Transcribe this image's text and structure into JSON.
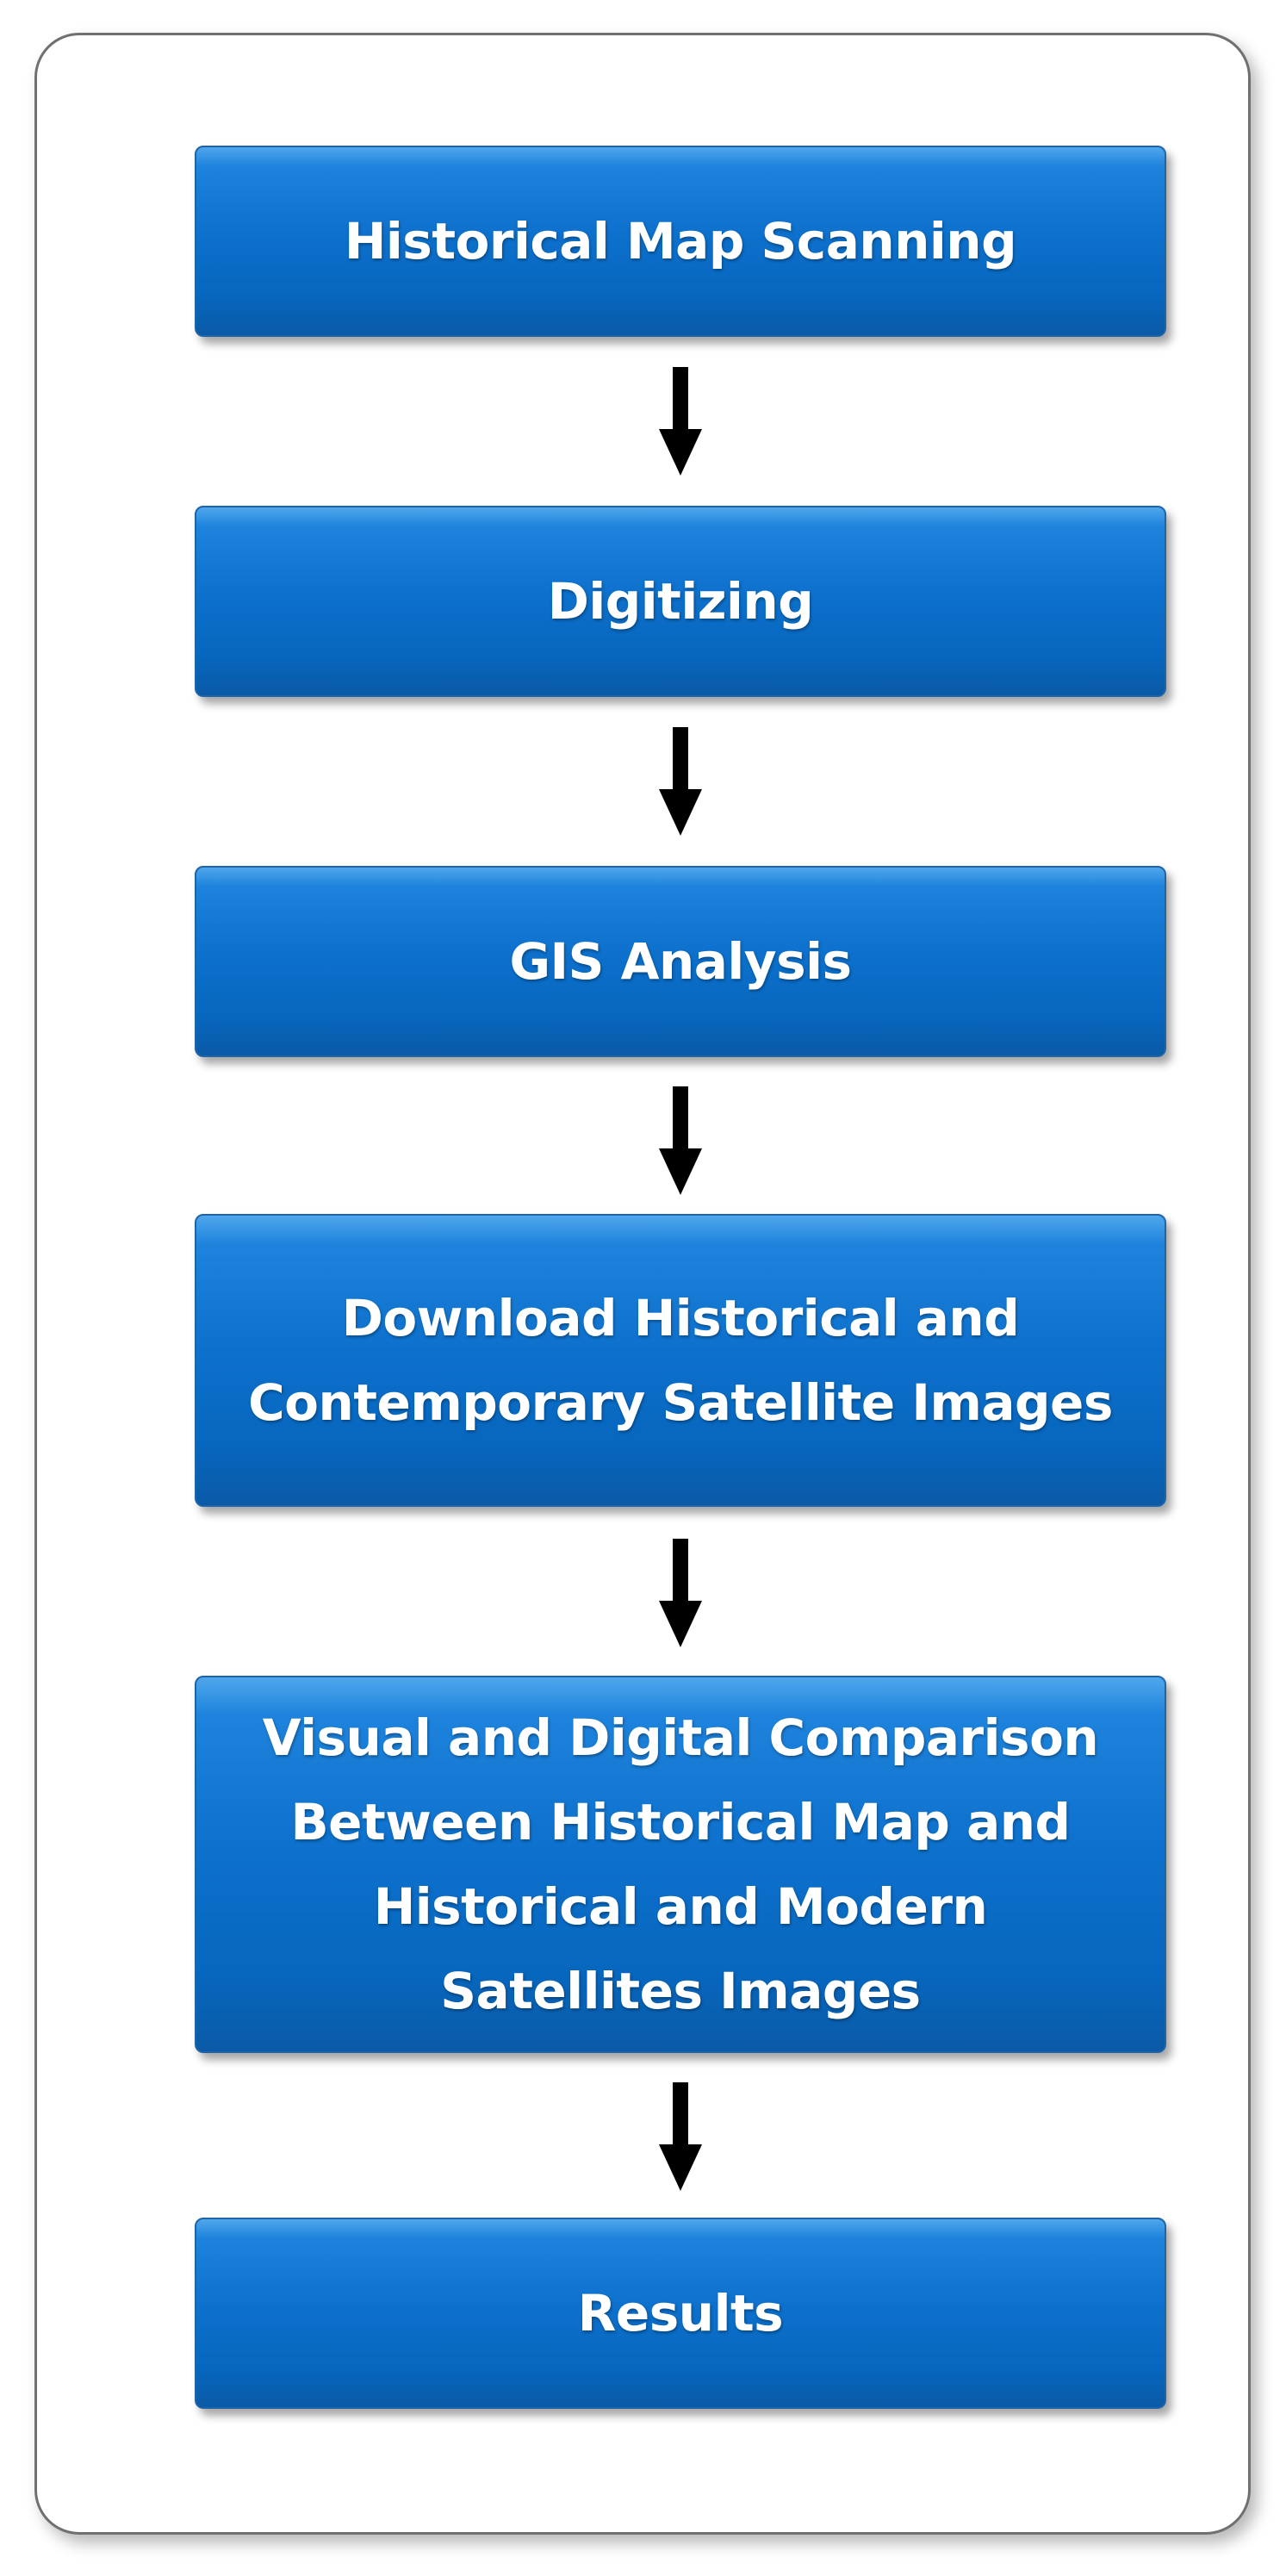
{
  "steps": [
    {
      "lines": [
        "Historical Map Scanning"
      ]
    },
    {
      "lines": [
        "Digitizing"
      ]
    },
    {
      "lines": [
        "GIS Analysis"
      ]
    },
    {
      "lines": [
        "Download Historical and",
        "Contemporary Satellite Images"
      ]
    },
    {
      "lines": [
        "Visual and Digital Comparison",
        "Between Historical Map and",
        "Historical and Modern",
        "Satellites Images"
      ]
    },
    {
      "lines": [
        "Results"
      ]
    }
  ],
  "colors": {
    "box_fill": "#0d71cd",
    "box_border": "#1f63a8",
    "arrow": "#000000",
    "frame_border": "#707070"
  }
}
